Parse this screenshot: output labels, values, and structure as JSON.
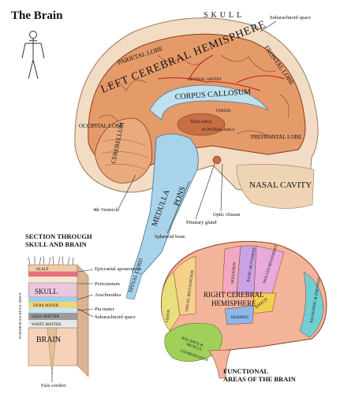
{
  "title": "The Brain",
  "sagittal": {
    "skull": "SKULL",
    "subarachnoid": "Subarachnoid space",
    "parietal_lobe": "PARIETAL LOBE",
    "frontal_lobe": "FRONTAL LOBE",
    "left_hemisphere": "LEFT CEREBRAL HEMISPHERE",
    "central_artery": "CENTRAL ARTERY",
    "corpus_callosum": "CORPUS CALLOSUM",
    "fornix": "FORNIX",
    "thalamus": "THALAMUS",
    "hypothalamus": "HYPOTHALAMUS",
    "occipital_lobe": "OCCIPITAL LOBE",
    "prefrontal_lobe": "PREFRONTAL LOBE",
    "cerebellum": "CEREBELLUM",
    "medulla": "MEDULLA",
    "pons": "PONS",
    "spinal_cord": "SPINAL CORD",
    "nasal_cavity": "NASAL CAVITY",
    "fourth_ventricle": "4th Ventricle",
    "sphenoid_bone": "Sphenoid bone",
    "pituitary_gland": "Pituitary gland",
    "optic_chiasm": "Optic chiasm"
  },
  "section": {
    "heading_line1": "SECTION THROUGH",
    "heading_line2": "SKULL AND BRAIN",
    "scalp": "SCALP",
    "skull": "SKULL",
    "dura_mater": "DURA MATER",
    "gray_matter": "GRAY MATTER",
    "white_matter": "WHITE MATTER",
    "brain": "BRAIN",
    "sinus": "SUPERIOR SAGITTAL SINUS",
    "epicranial": "Epicranial aponeurosis",
    "pericranium": "Pericranium",
    "arachnoidea": "Arachnoidea",
    "pia_mater": "Pia mater",
    "subarachnoid": "Subarachnoid space",
    "falx": "Falx cerebri"
  },
  "functional": {
    "right_hemisphere_line1": "RIGHT CEREBRAL",
    "right_hemisphere_line2": "HEMISPHERE",
    "sensation": "SENSATION",
    "basic_movement": "BASIC MOVEMENT",
    "skilled_movement": "SKILLED MOVEMENT",
    "speech": "SPEECH",
    "hearing": "HEARING",
    "vision": "VISION",
    "visual_recognition": "VISUAL RECOGNITION",
    "balance_line1": "BALANCE &",
    "balance_line2": "MUSCLE",
    "balance_line3": "COORDINATION",
    "emotion": "REASONING & EMOTION",
    "caption_line1": "FUNCTIONAL",
    "caption_line2": "AREAS OF THE BRAIN"
  },
  "colors": {
    "skull": "#f2dcc3",
    "brain": "#e59a6a",
    "brain_dark": "#c86e45",
    "csf": "#bfe0ef",
    "stem": "#a9d3ea",
    "sensation": "#f2a7c3",
    "basic_movement": "#c9a3e3",
    "skilled_movement": "#e9a9dd",
    "speech": "#f0d04f",
    "hearing": "#8fb7e9",
    "vision": "#e9e07c",
    "visual_recognition": "#f5d18c",
    "balance": "#9fd15a",
    "emotion": "#6fcfd2",
    "cortex": "#f3b49a"
  }
}
